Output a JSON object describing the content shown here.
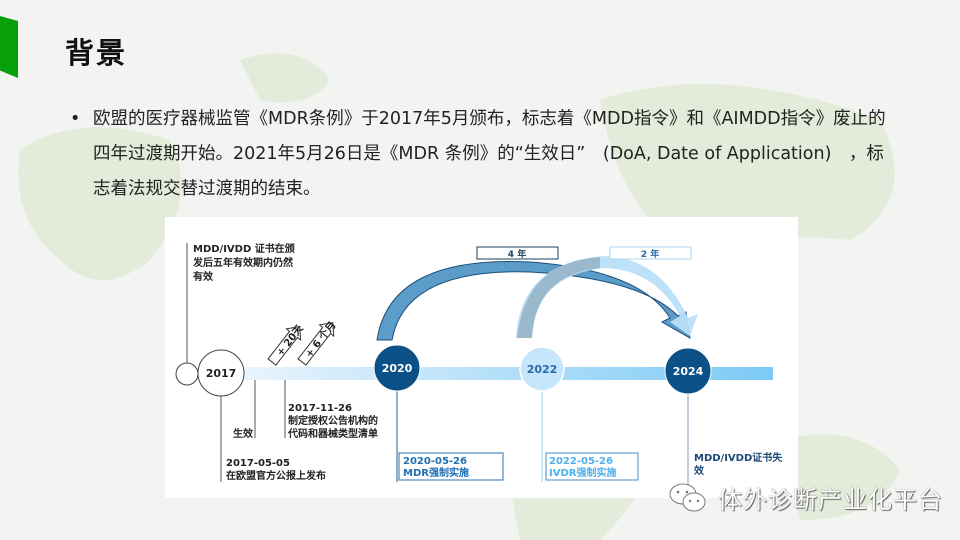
{
  "header": {
    "title": "背景"
  },
  "bullet": {
    "text": "欧盟的医疗器械监管《MDR条例》于2017年5月颁布，标志着《MDD指令》和《AIMDD指令》废止的四年过渡期开始。2021年5月26日是《MDR 条例》的“生效日”　(DoA, Date of Application)　，标志着法规交替过渡期的结束。"
  },
  "diagram": {
    "note_top": [
      "MDD/IVDD 证书在颁",
      "发后五年有效期内仍然",
      "有效"
    ],
    "years": [
      "2017",
      "2020",
      "2022",
      "2024"
    ],
    "plus20": "+ 20天",
    "plus6m": "+ 6 个月",
    "effective": "生效",
    "nov_date": "2017-11-26",
    "nov_desc": [
      "制定授权公告机构的",
      "代码和器械类型清单"
    ],
    "may_date": "2017-05-05",
    "may_desc": "在欧盟官方公报上发布",
    "mdr_date": "2020-05-26",
    "mdr_desc": "MDR强制实施",
    "ivdr_date": "2022-05-26",
    "ivdr_desc": "IVDR强制实施",
    "expire": [
      "MDD/IVDD证书失",
      "效"
    ],
    "four_years": "4 年",
    "two_years": "2 年"
  },
  "footer": {
    "brand": "体外诊断产业化平台",
    "icon": "wechat-icon"
  },
  "colors": {
    "dark": "#0b5188",
    "light": "#c6e6fb",
    "accent": "#08a00a"
  }
}
